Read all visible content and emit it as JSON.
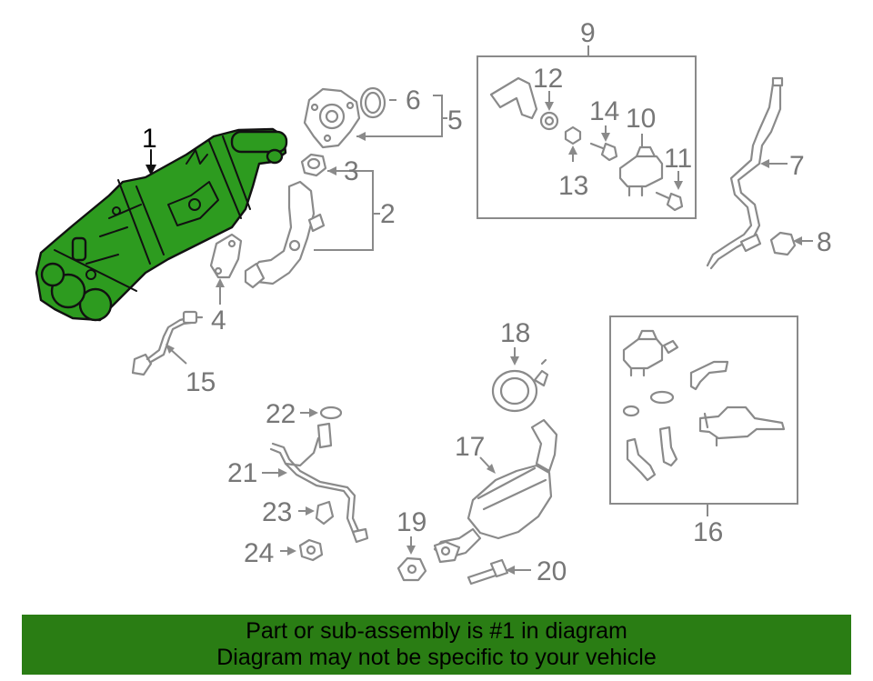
{
  "callouts": {
    "c1": "1",
    "c2": "2",
    "c3": "3",
    "c4": "4",
    "c5": "5",
    "c6": "6",
    "c7": "7",
    "c8": "8",
    "c9": "9",
    "c10": "10",
    "c11": "11",
    "c12": "12",
    "c13": "13",
    "c14": "14",
    "c15": "15",
    "c16": "16",
    "c17": "17",
    "c18": "18",
    "c19": "19",
    "c20": "20",
    "c21": "21",
    "c22": "22",
    "c23": "23",
    "c24": "24"
  },
  "banner": {
    "line1": "Part or sub-assembly is #1 in diagram",
    "line2": "Diagram may not be specific to your vehicle"
  },
  "colors": {
    "highlight_part": "#2d9b1f",
    "banner_background": "#2a7d14",
    "line_art": "#8a8a8a",
    "callout_text": "#777777"
  }
}
